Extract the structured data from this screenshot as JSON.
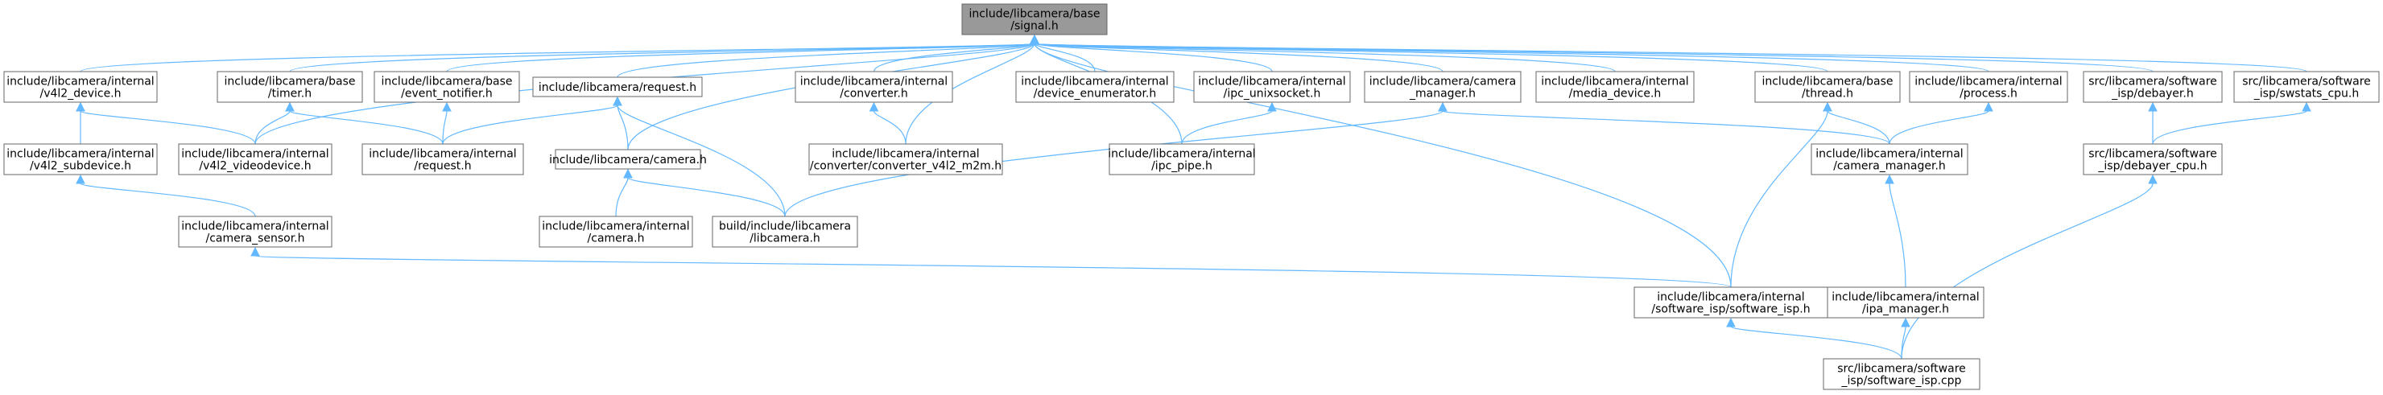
{
  "graph": {
    "nodes": {
      "signal": [
        "include/libcamera/base",
        "/signal.h"
      ],
      "v4l2_device": [
        "include/libcamera/internal",
        "/v4l2_device.h"
      ],
      "timer": [
        "include/libcamera/base",
        "/timer.h"
      ],
      "event_notifier": [
        "include/libcamera/base",
        "/event_notifier.h"
      ],
      "request_pub": [
        "include/libcamera/request.h"
      ],
      "converter": [
        "include/libcamera/internal",
        "/converter.h"
      ],
      "device_enumerator": [
        "include/libcamera/internal",
        "/device_enumerator.h"
      ],
      "ipc_unixsocket": [
        "include/libcamera/internal",
        "/ipc_unixsocket.h"
      ],
      "camera_manager_pub": [
        "include/libcamera/camera",
        "_manager.h"
      ],
      "media_device": [
        "include/libcamera/internal",
        "/media_device.h"
      ],
      "thread": [
        "include/libcamera/base",
        "/thread.h"
      ],
      "process": [
        "include/libcamera/internal",
        "/process.h"
      ],
      "debayer": [
        "src/libcamera/software",
        "_isp/debayer.h"
      ],
      "swstats_cpu": [
        "src/libcamera/software",
        "_isp/swstats_cpu.h"
      ],
      "v4l2_subdevice": [
        "include/libcamera/internal",
        "/v4l2_subdevice.h"
      ],
      "v4l2_videodevice": [
        "include/libcamera/internal",
        "/v4l2_videodevice.h"
      ],
      "request_int": [
        "include/libcamera/internal",
        "/request.h"
      ],
      "camera_pub": [
        "include/libcamera/camera.h"
      ],
      "converter_v4l2_m2m": [
        "include/libcamera/internal",
        "/converter/converter_v4l2_m2m.h"
      ],
      "ipc_pipe": [
        "include/libcamera/internal",
        "/ipc_pipe.h"
      ],
      "camera_manager_int": [
        "include/libcamera/internal",
        "/camera_manager.h"
      ],
      "debayer_cpu": [
        "src/libcamera/software",
        "_isp/debayer_cpu.h"
      ],
      "camera_sensor": [
        "include/libcamera/internal",
        "/camera_sensor.h"
      ],
      "camera_int": [
        "include/libcamera/internal",
        "/camera.h"
      ],
      "libcamera_build": [
        "build/include/libcamera",
        "/libcamera.h"
      ],
      "software_isp_h": [
        "include/libcamera/internal",
        "/software_isp/software_isp.h"
      ],
      "ipa_manager": [
        "include/libcamera/internal",
        "/ipa_manager.h"
      ],
      "software_isp_cpp": [
        "src/libcamera/software",
        "_isp/software_isp.cpp"
      ]
    }
  }
}
